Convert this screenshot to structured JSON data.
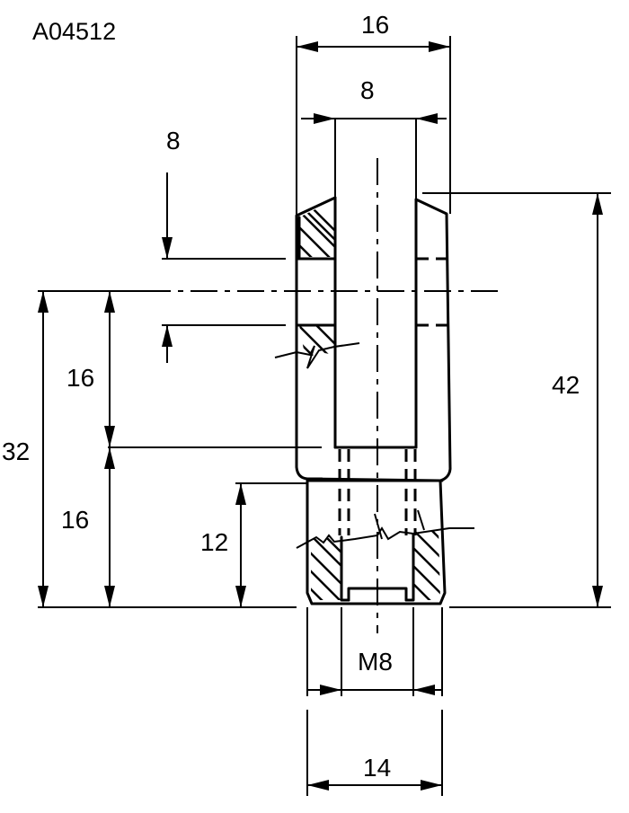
{
  "drawing": {
    "part_number": "A04512",
    "dimensions": {
      "top_width": "16",
      "slot_width": "8",
      "pin_hole": "8",
      "upper_to_hole": "16",
      "total_32": "32",
      "lower_16": "16",
      "thread_depth": "12",
      "overall_42": "42",
      "thread": "M8",
      "shank_width": "14"
    }
  }
}
